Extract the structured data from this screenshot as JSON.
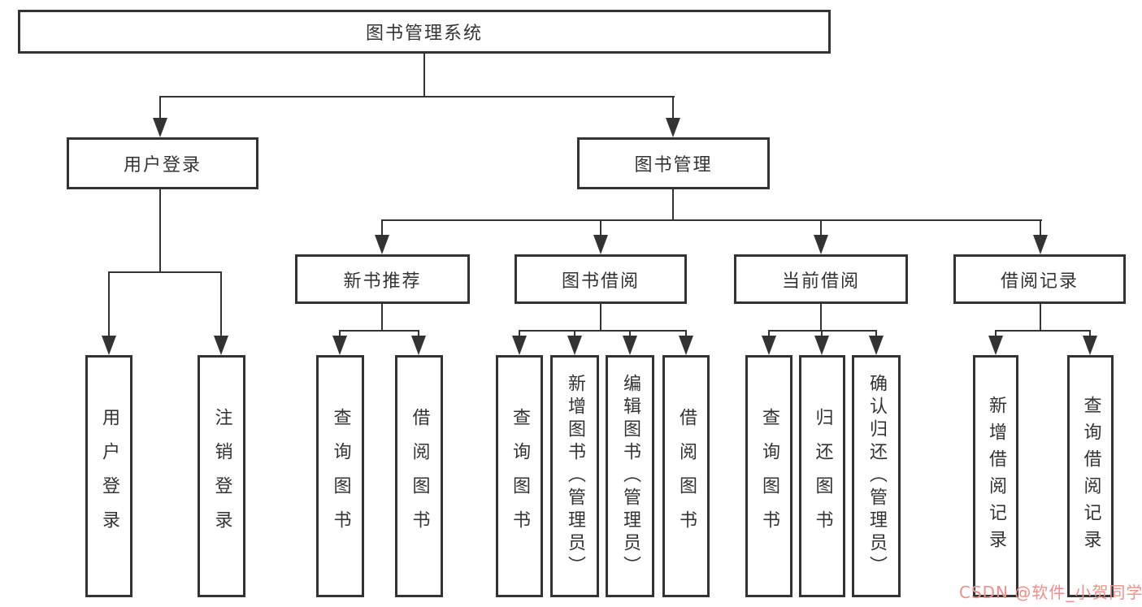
{
  "colors": {
    "line": "#333333",
    "box_border": "#333333",
    "text": "#333333",
    "background": "#ffffff",
    "watermark": "#ef8f88"
  },
  "watermark": "CSDN @软件_小贺同学",
  "tree": {
    "root": "图书管理系统",
    "branches": [
      {
        "label": "用户登录",
        "children": [
          "用户登录",
          "注销登录"
        ]
      },
      {
        "label": "图书管理",
        "groups": [
          {
            "label": "新书推荐",
            "children": [
              "查询图书",
              "借阅图书"
            ]
          },
          {
            "label": "图书借阅",
            "children": [
              "查询图书",
              "新增图书（管理员）",
              "编辑图书（管理员）",
              "借阅图书"
            ]
          },
          {
            "label": "当前借阅",
            "children": [
              "查询图书",
              "归还图书",
              "确认归还（管理员）"
            ]
          },
          {
            "label": "借阅记录",
            "children": [
              "新增借阅记录",
              "查询借阅记录"
            ]
          }
        ]
      }
    ]
  }
}
